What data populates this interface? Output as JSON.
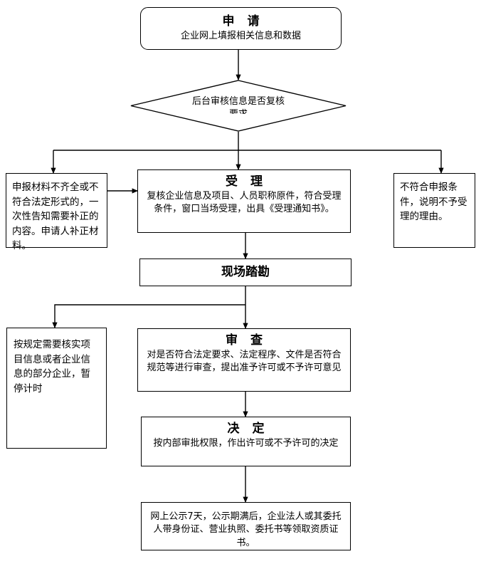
{
  "diagram": {
    "type": "flowchart",
    "language": "zh-CN",
    "orientation": "top-to-bottom",
    "stroke_color": "#000000",
    "background_color": "#ffffff"
  },
  "nodes": {
    "apply": {
      "shape": "rounded-rectangle",
      "title": "申 请",
      "body": "企业网上填报相关信息和数据"
    },
    "review_decision": {
      "shape": "diamond",
      "line1": "后台审核信息是否复核",
      "line2": "要求"
    },
    "supplement": {
      "shape": "rectangle",
      "body": "申报材料不齐全或不符合法定形式的，一次性告知需要补正的内容。申请人补正材料。"
    },
    "accept": {
      "shape": "rectangle",
      "title": "受 理",
      "body": "复核企业信息及项目、人员职称原件，符合受理条件，窗口当场受理，出具《受理通知书》。"
    },
    "reject": {
      "shape": "rectangle",
      "body": "不符合申报条件，说明不予受理的理由。"
    },
    "site_survey": {
      "shape": "rectangle",
      "title": "现场踏勘"
    },
    "suspend": {
      "shape": "rectangle",
      "body": "按规定需要核实项目信息或者企业信息的部分企业，暂停计时"
    },
    "examine": {
      "shape": "rectangle",
      "title": "审 查",
      "body": "对是否符合法定要求、法定程序、文件是否符合规范等进行审查，提出准予许可或不予许可意见"
    },
    "decision": {
      "shape": "rectangle",
      "title": "决 定",
      "body": "按内部审批权限，作出许可或不予许可的决定"
    },
    "publicize": {
      "shape": "rectangle",
      "body": "网上公示7天，公示期满后，企业法人或其委托人带身份证、营业执照、委托书等领取资质证书。"
    }
  },
  "edges": [
    {
      "name": "apply-to-decision",
      "from": "apply",
      "to": "review_decision",
      "arrow": "down"
    },
    {
      "name": "decision-to-bus",
      "from": "review_decision",
      "to": "branch-bus",
      "arrow": "none"
    },
    {
      "name": "bus-to-supplement",
      "from": "branch-bus",
      "to": "supplement",
      "arrow": "down"
    },
    {
      "name": "bus-to-accept",
      "from": "branch-bus",
      "to": "accept",
      "arrow": "down"
    },
    {
      "name": "bus-to-reject",
      "from": "branch-bus",
      "to": "reject",
      "arrow": "down"
    },
    {
      "name": "supplement-to-accept",
      "from": "supplement",
      "to": "accept",
      "arrow": "right"
    },
    {
      "name": "accept-to-site-survey",
      "from": "accept",
      "to": "site_survey",
      "arrow": "down"
    },
    {
      "name": "site-survey-to-examine",
      "from": "site_survey",
      "to": "examine",
      "arrow": "down"
    },
    {
      "name": "site-survey-to-suspend",
      "from": "site_survey",
      "to": "suspend",
      "arrow": "down"
    },
    {
      "name": "examine-to-decision-node",
      "from": "examine",
      "to": "decision",
      "arrow": "down"
    },
    {
      "name": "decision-node-to-publicize",
      "from": "decision",
      "to": "publicize",
      "arrow": "down"
    }
  ]
}
